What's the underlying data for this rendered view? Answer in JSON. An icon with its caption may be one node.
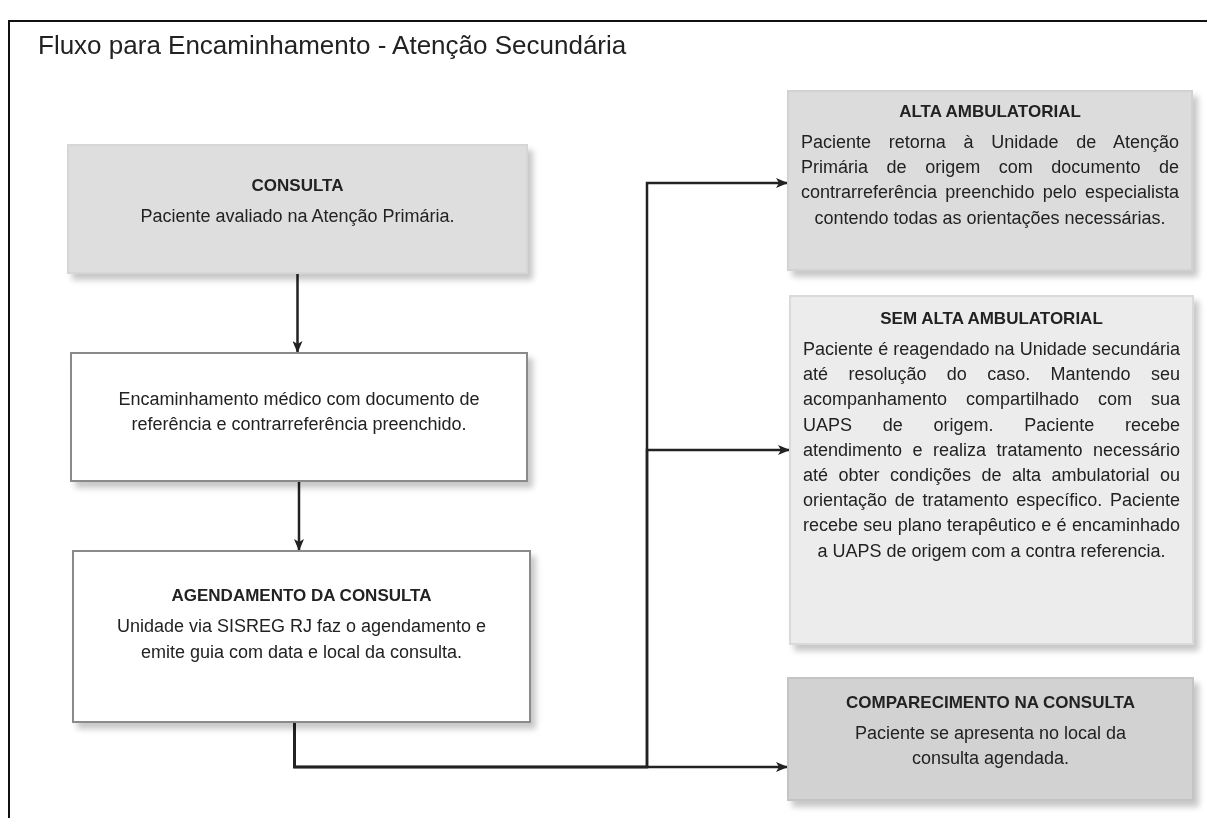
{
  "diagram": {
    "title": "Fluxo para Encaminhamento - Atenção Secundária",
    "nodes": [
      {
        "text": [
          "CONSULTA",
          "Paciente avaliado na Atenção Primária."
        ]
      },
      {
        "text": [
          "Encaminhamento médico com documento de referência e contrarreferência preenchido."
        ]
      },
      {
        "text": [
          "AGENDAMENTO DA CONSULTA",
          "Unidade via SISREG RJ faz o agendamento e emite guia com data e local da consulta."
        ]
      },
      {
        "text": [
          "ALTA AMBULATORIAL",
          "Paciente retorna à Unidade de Atenção Primária de origem com documento de contrarreferência preenchido pelo especialista contendo todas as orientações necessárias."
        ]
      },
      {
        "text": [
          "SEM ALTA AMBULATORIAL",
          "Paciente é reagendado na Unidade secundária até resolução do caso. Mantendo seu acompanhamento compartilhado com sua UAPS de origem. Paciente recebe atendimento e realiza tratamento necessário até obter condições de alta ambulatorial ou orientação de tratamento específico. Paciente recebe seu plano terapêutico e é encaminhado a UAPS de origem com a contra referencia."
        ]
      },
      {
        "text": [
          "COMPARECIMENTO NA CONSULTA",
          "Paciente se apresenta no local da consulta agendada."
        ]
      }
    ],
    "edges": [
      {
        "from": 0,
        "to": 1,
        "arrow": "to"
      },
      {
        "from": 1,
        "to": 2,
        "arrow": "to"
      },
      {
        "from": 2,
        "to": 5,
        "arrow": "to"
      },
      {
        "from": 2,
        "to": 3,
        "arrow": "to"
      },
      {
        "from": 2,
        "to": 4,
        "arrow": "to"
      }
    ]
  }
}
